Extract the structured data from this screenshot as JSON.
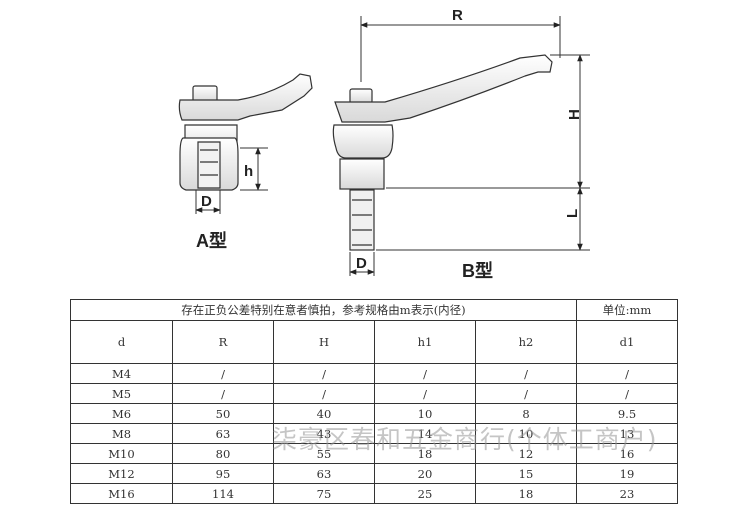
{
  "drawing": {
    "type_a_label": "A型",
    "type_b_label": "B型",
    "dims": {
      "R": "R",
      "H": "H",
      "L": "L",
      "D_a": "D",
      "D_b": "D",
      "h": "h"
    }
  },
  "table": {
    "title": "存在正负公差特别在意者慎拍，参考规格由m表示(内径)",
    "unit": "单位:mm",
    "headers": [
      "d",
      "R",
      "H",
      "h1",
      "h2",
      "d1"
    ],
    "rows": [
      [
        "M4",
        "/",
        "/",
        "/",
        "/",
        "/"
      ],
      [
        "M5",
        "/",
        "/",
        "/",
        "/",
        "/"
      ],
      [
        "M6",
        "50",
        "40",
        "10",
        "8",
        "9.5"
      ],
      [
        "M8",
        "63",
        "43",
        "14",
        "10",
        "13"
      ],
      [
        "M10",
        "80",
        "55",
        "18",
        "12",
        "16"
      ],
      [
        "M12",
        "95",
        "63",
        "20",
        "15",
        "19"
      ],
      [
        "M16",
        "114",
        "75",
        "25",
        "18",
        "23"
      ]
    ]
  },
  "watermark": "柒豪区春和五金商行(个体工商户)"
}
